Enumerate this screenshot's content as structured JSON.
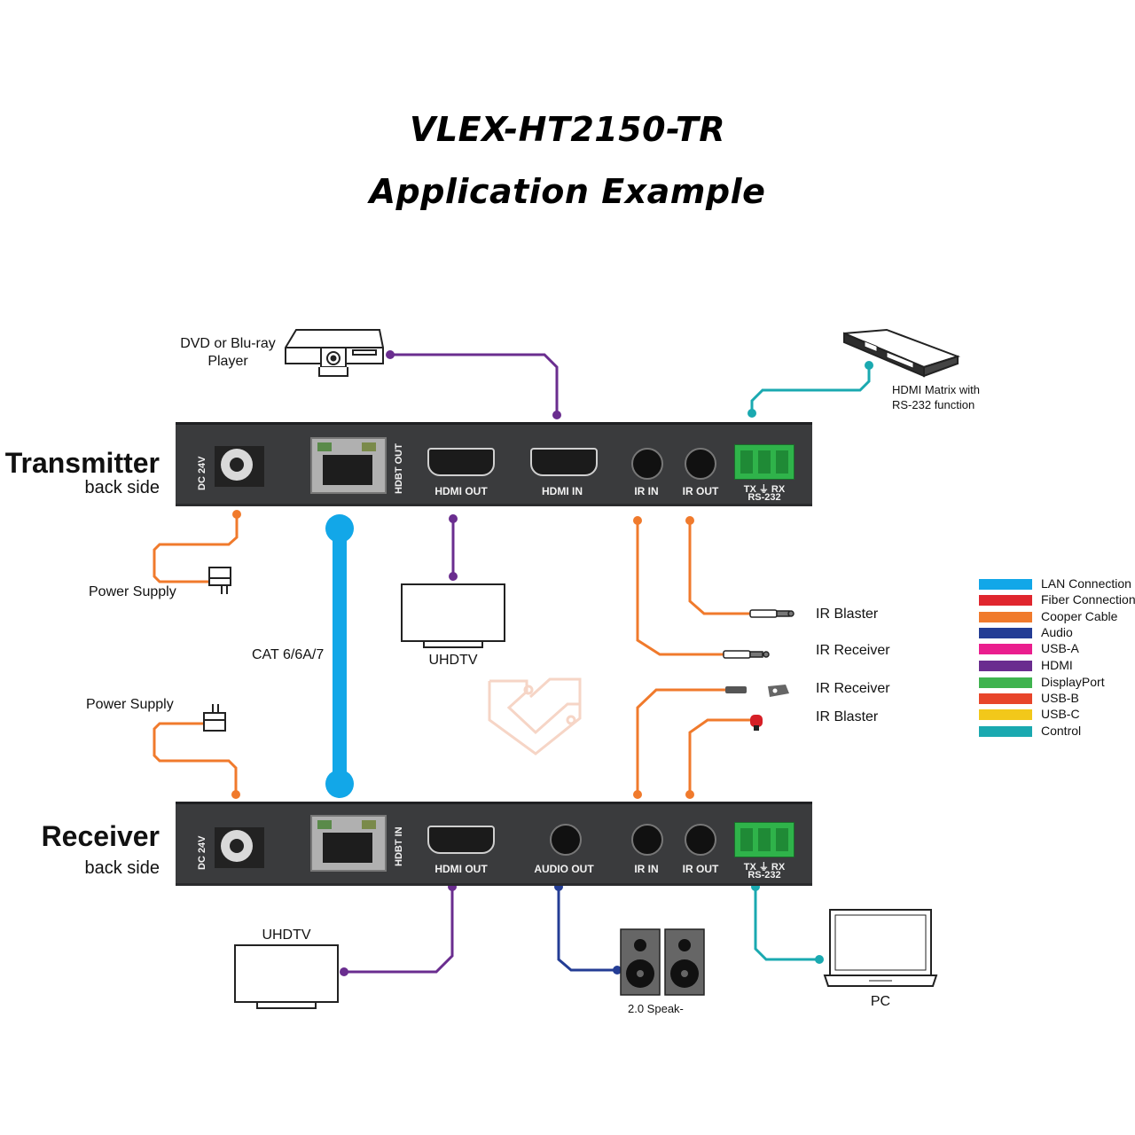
{
  "title": {
    "line1": "VLEX-HT2150-TR",
    "line2": "Application Example"
  },
  "transmitter": {
    "name": "Transmitter",
    "sub": "back side",
    "ports": {
      "dc": "DC 24V",
      "hdbt": "HDBT OUT",
      "hdmi_out": "HDMI OUT",
      "hdmi_in": "HDMI IN",
      "ir_in": "IR IN",
      "ir_out": "IR OUT",
      "rs232_pins": "TX  ⏚  RX",
      "rs232": "RS-232"
    }
  },
  "receiver": {
    "name": "Receiver",
    "sub": "back side",
    "ports": {
      "dc": "DC 24V",
      "hdbt": "HDBT IN",
      "hdmi_out": "HDMI OUT",
      "audio_out": "AUDIO OUT",
      "ir_in": "IR IN",
      "ir_out": "IR OUT",
      "rs232_pins": "TX  ⏚  RX",
      "rs232": "RS-232"
    }
  },
  "devices": {
    "dvd": "DVD or Blu-ray\nPlayer",
    "matrix": "HDMI Matrix with\nRS-232 function",
    "power_supply_top": "Power Supply",
    "power_supply_bottom": "Power Supply",
    "uhdtv_top": "UHDTV",
    "uhdtv_bottom": "UHDTV",
    "cat": "CAT 6/6A/7",
    "ir_blaster_top": "IR Blaster",
    "ir_receiver_top": "IR Receiver",
    "ir_receiver_bottom": "IR Receiver",
    "ir_blaster_bottom": "IR Blaster",
    "speakers": "2.0 Speak-",
    "pc": "PC"
  },
  "legend": [
    {
      "label": "LAN Connection",
      "color": "#12a7e8"
    },
    {
      "label": "Fiber Connection",
      "color": "#e0262e"
    },
    {
      "label": "Cooper Cable",
      "color": "#f07a2c"
    },
    {
      "label": "Audio",
      "color": "#243d95"
    },
    {
      "label": "USB-A",
      "color": "#ea1e8e"
    },
    {
      "label": "HDMI",
      "color": "#6a2d8f"
    },
    {
      "label": "DisplayPort",
      "color": "#3fb34f"
    },
    {
      "label": "USB-B",
      "color": "#e8452a"
    },
    {
      "label": "USB-C",
      "color": "#f2c81a"
    },
    {
      "label": "Control",
      "color": "#1aa9b0"
    }
  ],
  "colors": {
    "lan": "#12a7e8",
    "copper": "#f07a2c",
    "audio": "#243d95",
    "hdmi": "#6a2d8f",
    "control": "#1aa9b0",
    "panel": "#3a3b3d"
  }
}
